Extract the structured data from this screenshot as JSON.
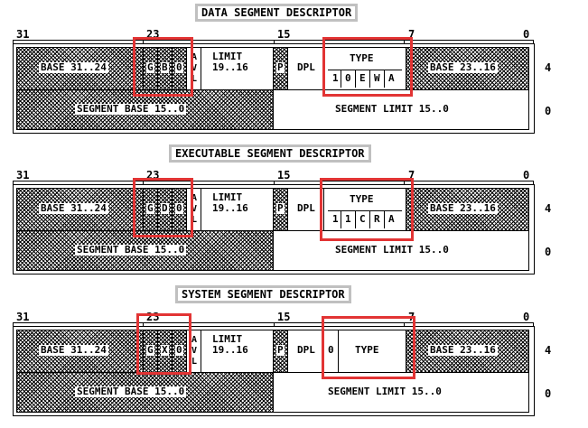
{
  "descriptors": [
    {
      "title": "DATA SEGMENT DESCRIPTOR",
      "bits": {
        "b31": "31",
        "b23": "23",
        "b15": "15",
        "b7": "7",
        "b0": "0"
      },
      "upper": {
        "base_high": "BASE 31..24",
        "flags": [
          "G",
          "B",
          "0"
        ],
        "avl": [
          "A",
          "V",
          "L"
        ],
        "limit": [
          "LIMIT",
          "19..16"
        ],
        "p": "P",
        "dpl": "DPL",
        "type_label": "TYPE",
        "type_bits": [
          "1",
          "0",
          "E",
          "W",
          "A"
        ],
        "base_mid": "BASE 23..16",
        "offset": "4"
      },
      "lower": {
        "base_low": "SEGMENT BASE 15..0",
        "limit_low": "SEGMENT LIMIT 15..0",
        "offset": "0"
      }
    },
    {
      "title": "EXECUTABLE SEGMENT DESCRIPTOR",
      "bits": {
        "b31": "31",
        "b23": "23",
        "b15": "15",
        "b7": "7",
        "b0": "0"
      },
      "upper": {
        "base_high": "BASE 31..24",
        "flags": [
          "G",
          "D",
          "0"
        ],
        "avl": [
          "A",
          "V",
          "L"
        ],
        "limit": [
          "LIMIT",
          "19..16"
        ],
        "p": "P",
        "dpl": "DPL",
        "type_label": "TYPE",
        "type_bits": [
          "1",
          "1",
          "C",
          "R",
          "A"
        ],
        "base_mid": "BASE 23..16",
        "offset": "4"
      },
      "lower": {
        "base_low": "SEGMENT BASE 15..0",
        "limit_low": "SEGMENT LIMIT 15..0",
        "offset": "0"
      }
    },
    {
      "title": "SYSTEM SEGMENT DESCRIPTOR",
      "bits": {
        "b31": "31",
        "b23": "23",
        "b15": "15",
        "b7": "7",
        "b0": "0"
      },
      "upper": {
        "base_high": "BASE 31..24",
        "flags": [
          "G",
          "X",
          "0"
        ],
        "avl": [
          "A",
          "V",
          "L"
        ],
        "limit": [
          "LIMIT",
          "19..16"
        ],
        "p": "P",
        "dpl": "DPL",
        "sys_zero": "0",
        "type_label": "TYPE",
        "base_mid": "BASE 23..16",
        "offset": "4"
      },
      "lower": {
        "base_low": "SEGMENT BASE 15..0",
        "limit_low": "SEGMENT LIMIT 15..0",
        "offset": "0"
      }
    }
  ]
}
